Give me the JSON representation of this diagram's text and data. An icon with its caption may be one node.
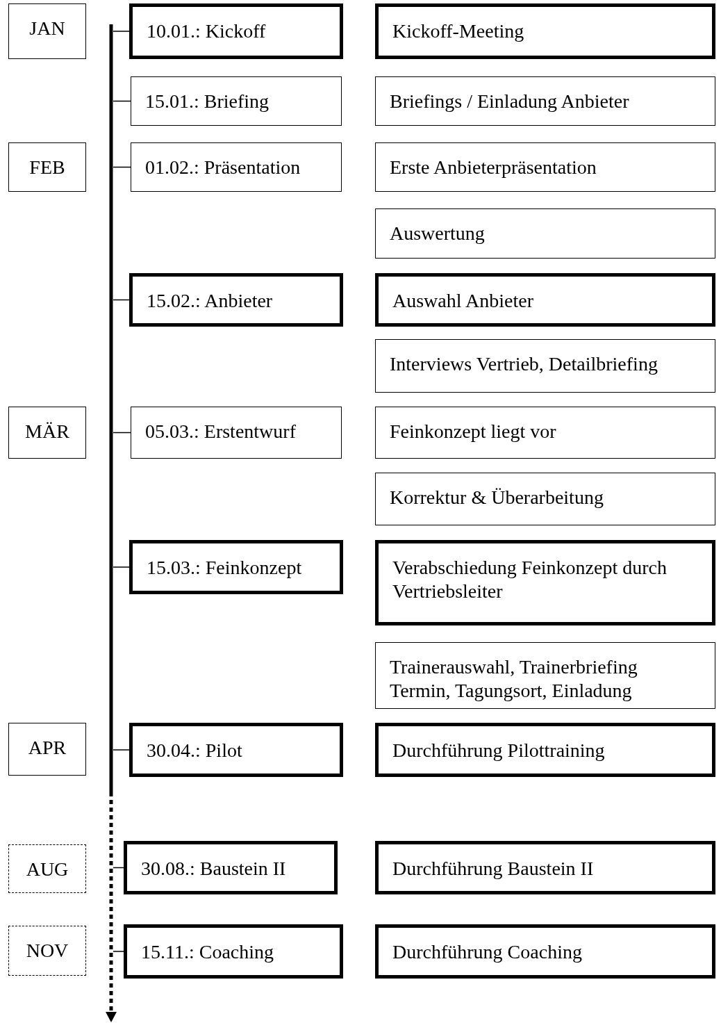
{
  "diagram": {
    "nodes": [
      {
        "text": [
          "JAN"
        ]
      },
      {
        "text": [
          "10.01.: Kickoff"
        ]
      },
      {
        "text": [
          "Kickoff-Meeting"
        ]
      },
      {
        "text": [
          "15.01.: Briefing"
        ]
      },
      {
        "text": [
          "Briefings / Einladung Anbieter"
        ]
      },
      {
        "text": [
          "FEB"
        ]
      },
      {
        "text": [
          "01.02.: Präsentation"
        ]
      },
      {
        "text": [
          "Erste Anbieterpräsentation"
        ]
      },
      {
        "text": [
          "Auswertung"
        ]
      },
      {
        "text": [
          "15.02.: Anbieter"
        ]
      },
      {
        "text": [
          "Auswahl Anbieter"
        ]
      },
      {
        "text": [
          "Interviews Vertrieb, Detailbriefing"
        ]
      },
      {
        "text": [
          "MÄR"
        ]
      },
      {
        "text": [
          "05.03.: Erstentwurf"
        ]
      },
      {
        "text": [
          "Feinkonzept liegt vor"
        ]
      },
      {
        "text": [
          "Korrektur & Überarbeitung"
        ]
      },
      {
        "text": [
          "15.03.: Feinkonzept"
        ]
      },
      {
        "text": [
          "Verabschiedung Feinkonzept durch Vertriebsleiter"
        ]
      },
      {
        "text": [
          "Trainerauswahl, Trainerbriefing Termin, Tagungsort, Einladung"
        ]
      },
      {
        "text": [
          "APR"
        ]
      },
      {
        "text": [
          "30.04.: Pilot"
        ]
      },
      {
        "text": [
          "Durchführung Pilottraining"
        ]
      },
      {
        "text": [
          "AUG"
        ]
      },
      {
        "text": [
          "30.08.: Baustein II"
        ]
      },
      {
        "text": [
          "Durchführung Baustein II"
        ]
      },
      {
        "text": [
          "NOV"
        ]
      },
      {
        "text": [
          "15.11.: Coaching"
        ]
      },
      {
        "text": [
          "Durchführung Coaching"
        ]
      },
      {
        "text": [],
        "shape": "line"
      }
    ],
    "edges": [
      {
        "from": 28,
        "to": 1,
        "arrow": "none"
      },
      {
        "from": 28,
        "to": 3,
        "arrow": "none"
      },
      {
        "from": 28,
        "to": 6,
        "arrow": "none"
      },
      {
        "from": 28,
        "to": 9,
        "arrow": "none"
      },
      {
        "from": 28,
        "to": 13,
        "arrow": "none"
      },
      {
        "from": 28,
        "to": 16,
        "arrow": "none"
      },
      {
        "from": 28,
        "to": 20,
        "arrow": "none"
      },
      {
        "from": 28,
        "to": 23,
        "arrow": "none"
      },
      {
        "from": 28,
        "to": 26,
        "arrow": "none"
      }
    ]
  }
}
